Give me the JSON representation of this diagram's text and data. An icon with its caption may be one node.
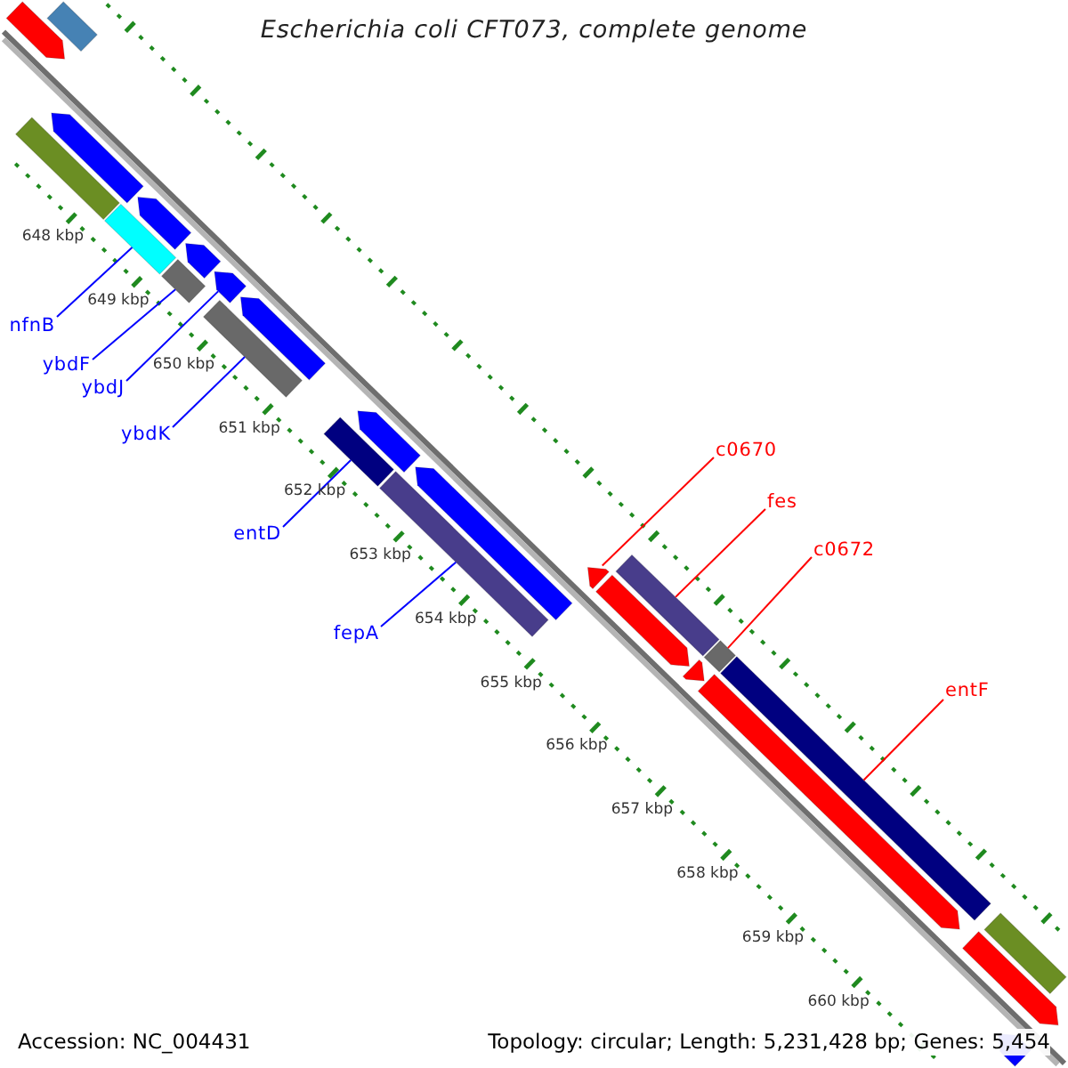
{
  "diagram": {
    "title": "Escherichia coli CFT073, complete genome",
    "nodes": [
      {
        "text": [
          "nfnB"
        ]
      },
      {
        "text": [
          "ybdF"
        ]
      },
      {
        "text": [
          "ybdJ"
        ]
      },
      {
        "text": [
          "ybdK"
        ]
      },
      {
        "text": [
          "entD"
        ]
      },
      {
        "text": [
          "fepA"
        ]
      },
      {
        "text": [
          "c0670"
        ]
      },
      {
        "text": [
          "fes"
        ]
      },
      {
        "text": [
          "c0672"
        ]
      },
      {
        "text": [
          "entF"
        ]
      },
      {
        "text": [],
        "shape": "bar"
      },
      {
        "text": [],
        "shape": "bar"
      },
      {
        "text": [],
        "shape": "bar"
      },
      {
        "text": [],
        "shape": "bar"
      },
      {
        "text": [],
        "shape": "bar"
      },
      {
        "text": [],
        "shape": "bar"
      },
      {
        "text": [],
        "shape": "bar"
      },
      {
        "text": [],
        "shape": "bar"
      },
      {
        "text": [],
        "shape": "bar"
      },
      {
        "text": [],
        "shape": "bar"
      },
      {
        "text": [],
        "shape": "bar"
      },
      {
        "text": [],
        "shape": "bar"
      },
      {
        "text": [],
        "shape": "bar"
      },
      {
        "text": [],
        "shape": "bar"
      },
      {
        "text": [],
        "shape": "bar"
      },
      {
        "text": [],
        "shape": "bar"
      },
      {
        "text": [],
        "shape": "bar"
      },
      {
        "text": [],
        "shape": "bar"
      },
      {
        "text": [],
        "shape": "bar"
      },
      {
        "text": [],
        "shape": "bar"
      },
      {
        "text": [],
        "shape": "bar"
      },
      {
        "text": [],
        "shape": "bar"
      },
      {
        "text": [],
        "shape": "bar"
      },
      {
        "text": [],
        "shape": "bar"
      },
      {
        "text": [],
        "shape": "bar"
      }
    ],
    "edges": [
      {
        "from": 0,
        "to": 14,
        "arrow": "none"
      },
      {
        "from": 1,
        "to": 17,
        "arrow": "none"
      },
      {
        "from": 2,
        "to": 18,
        "arrow": "none"
      },
      {
        "from": 3,
        "to": 19,
        "arrow": "none"
      },
      {
        "from": 4,
        "to": 21,
        "arrow": "none"
      },
      {
        "from": 5,
        "to": 23,
        "arrow": "none"
      },
      {
        "from": 6,
        "to": 25,
        "arrow": "none",
        "color": "#ff0000"
      },
      {
        "from": 7,
        "to": 26,
        "arrow": "none",
        "color": "#ff0000"
      },
      {
        "from": 8,
        "to": 29,
        "arrow": "none",
        "color": "#ff0000"
      },
      {
        "from": 9,
        "to": 31,
        "arrow": "none",
        "color": "#ff0000"
      }
    ],
    "labels": [
      "648 kbp",
      "649 kbp",
      "650 kbp",
      "651 kbp",
      "652 kbp",
      "653 kbp",
      "654 kbp",
      "655 kbp",
      "656 kbp",
      "657 kbp",
      "658 kbp",
      "659 kbp",
      "660 kbp",
      "Accession: NC_004431",
      "Topology: circular; Length: 5,231,428 bp; Genes: 5,454"
    ]
  }
}
